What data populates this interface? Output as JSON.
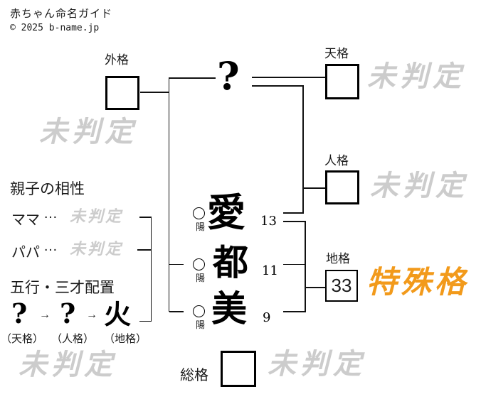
{
  "header": {
    "title": "赤ちゃん命名ガイド",
    "copyright": "© 2025 b-name.jp"
  },
  "watermark_text": "未判定",
  "colors": {
    "watermark_gray": "#cccccc",
    "special_orange": "#F29A1B",
    "line_black": "#111111"
  },
  "kaku": {
    "gaikaku_label": "外格",
    "tenkaku_label": "天格",
    "jinkaku_label": "人格",
    "chikaku_label": "地格",
    "chikaku_value": "33",
    "chikaku_status": "特殊格",
    "soukaku_label": "総格"
  },
  "surname_placeholder": "?",
  "name": [
    {
      "char": "愛",
      "strokes": "13",
      "mark": "○",
      "inyou": "陽"
    },
    {
      "char": "都",
      "strokes": "11",
      "mark": "○",
      "inyou": "陽"
    },
    {
      "char": "美",
      "strokes": "9",
      "mark": "○",
      "inyou": "陽"
    }
  ],
  "compatibility": {
    "heading": "親子の相性",
    "rows": [
      {
        "label": "ママ",
        "sep": "…",
        "result": "未判定"
      },
      {
        "label": "パパ",
        "sep": "…",
        "result": "未判定"
      }
    ]
  },
  "sansai": {
    "heading": "五行・三才配置",
    "arrow": "→",
    "items": [
      {
        "symbol": "?",
        "caption": "（天格）"
      },
      {
        "symbol": "?",
        "caption": "（人格）"
      },
      {
        "symbol": "火",
        "caption": "（地格）"
      }
    ]
  }
}
